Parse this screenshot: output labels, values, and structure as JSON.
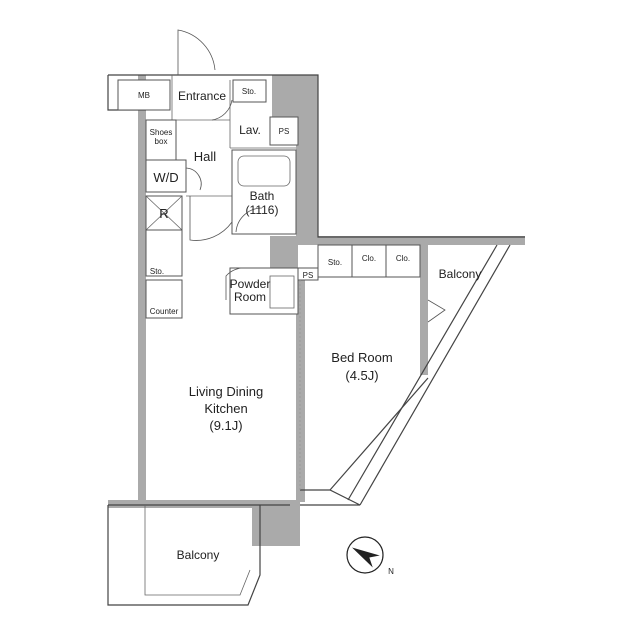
{
  "rooms": {
    "mb": "MB",
    "entrance": "Entrance",
    "sto_top": "Sto.",
    "lav": "Lav.",
    "ps_top": "PS",
    "shoes_box_1": "Shoes",
    "shoes_box_2": "box",
    "hall": "Hall",
    "wd": "W/D",
    "bath_1": "Bath",
    "bath_2": "(1116)",
    "r": "R",
    "sto_kitchen": "Sto.",
    "counter": "Counter",
    "powder_1": "Powder",
    "powder_2": "Room",
    "ps_mid": "PS",
    "sto_bed": "Sto.",
    "clo_1": "Clo.",
    "clo_2": "Clo.",
    "balcony_right": "Balcony",
    "bedroom_1": "Bed Room",
    "bedroom_2": "(4.5J)",
    "ldk_1": "Living Dining",
    "ldk_2": "Kitchen",
    "ldk_3": "(9.1J)",
    "balcony_bottom": "Balcony",
    "compass": "N"
  },
  "colors": {
    "wall": "#aaaaaa",
    "line": "#444444",
    "text": "#222222"
  }
}
